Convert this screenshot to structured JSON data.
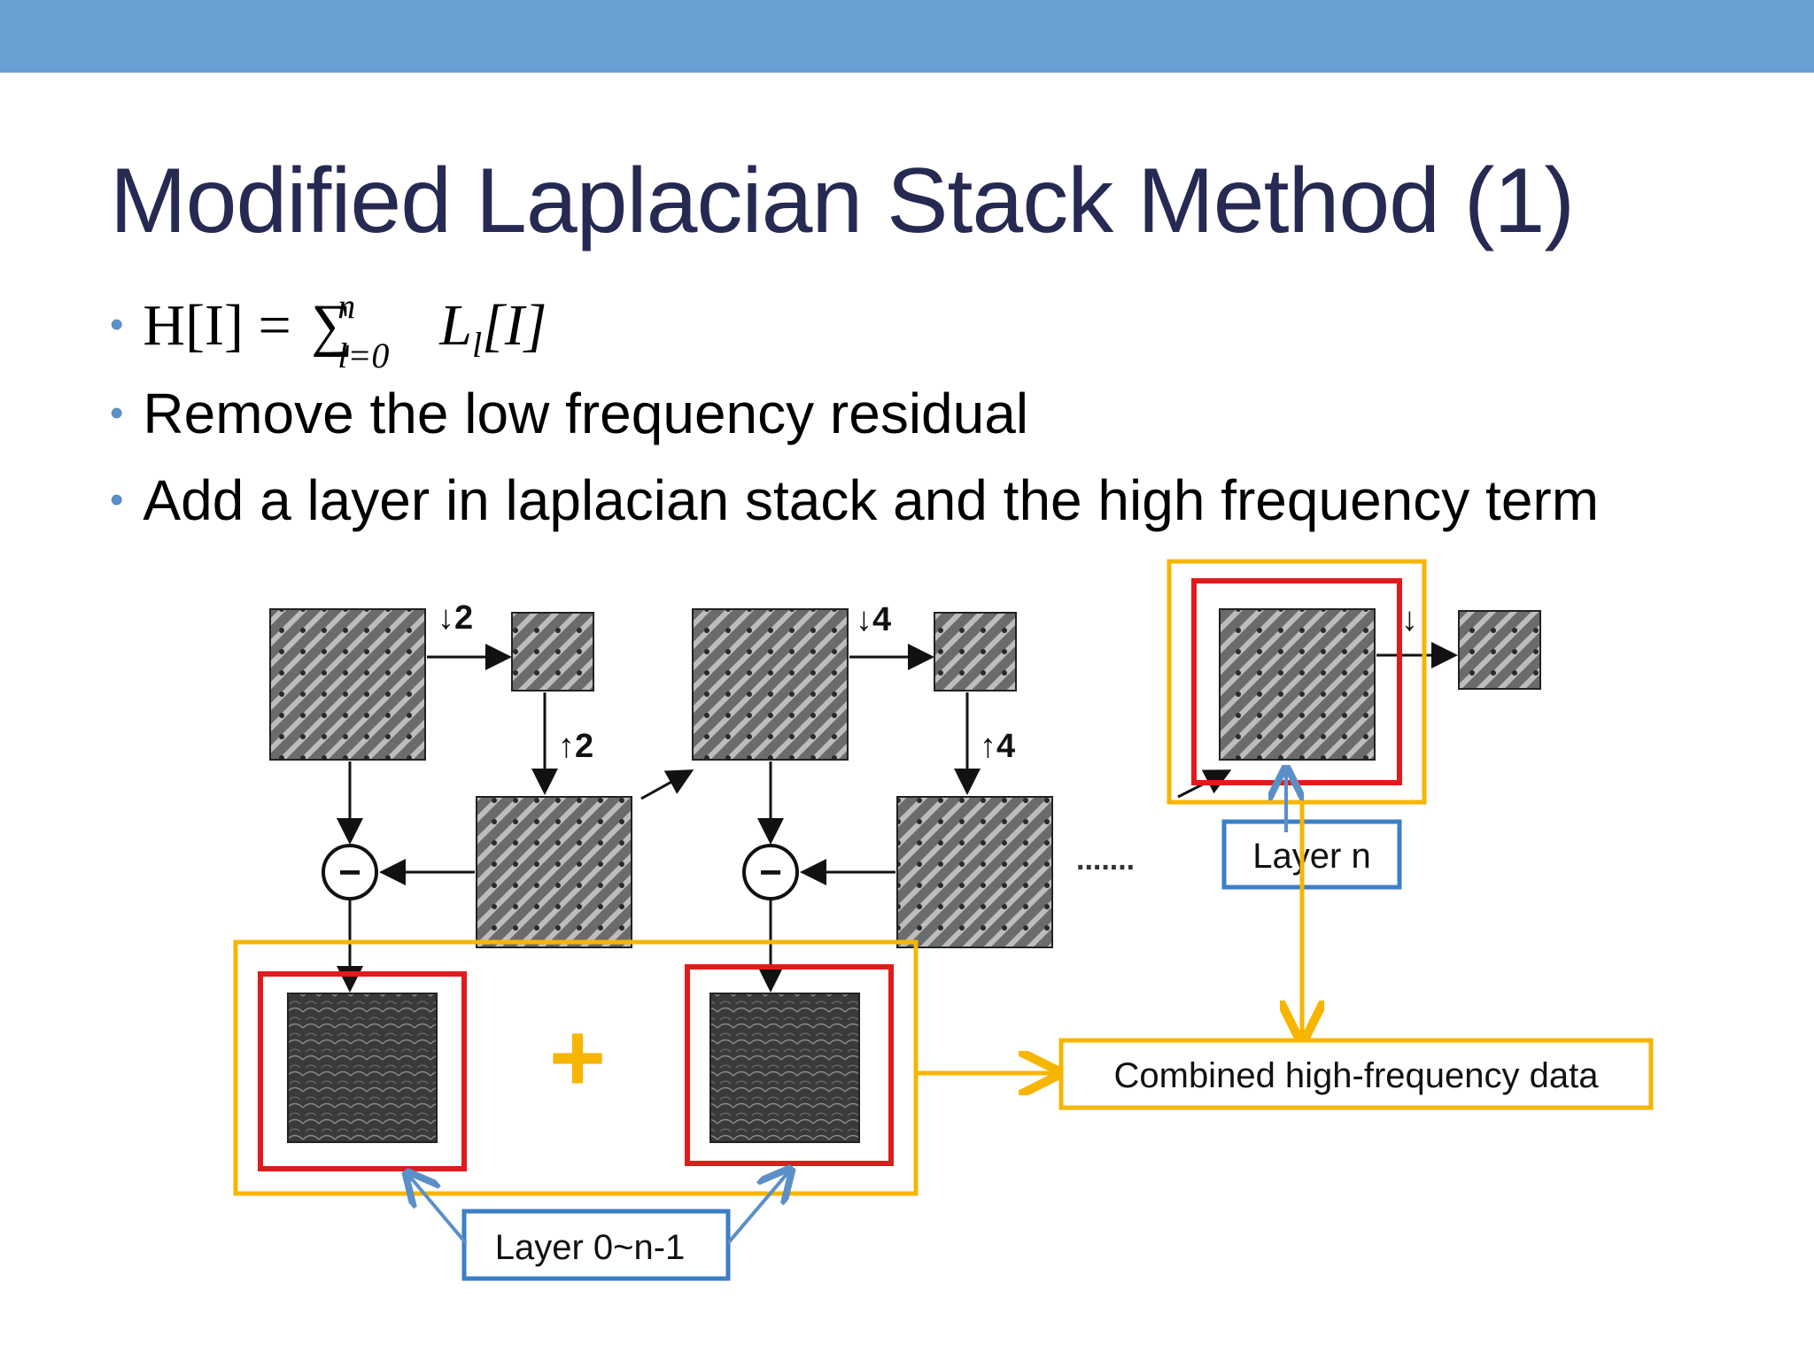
{
  "slide": {
    "title": "Modified Laplacian Stack Method (1)",
    "bullets": [
      "Remove the low frequency residual",
      "Add a layer in laplacian stack and the high frequency term"
    ],
    "formula": {
      "lhs": "H[I] = ",
      "sum": "∑",
      "upper": "n",
      "lower": "l=0",
      "term": "L",
      "term_sub": "l",
      "term_arg": "[I]"
    }
  },
  "diagram": {
    "down_labels": [
      "↓2",
      "↓4",
      "↓"
    ],
    "up_labels": [
      "↑2",
      "↑4"
    ],
    "minus": "−",
    "plus": "+",
    "ellipsis": ".......",
    "layer_n_label": "Layer n",
    "layer_0_label": "Layer 0~n-1",
    "combined_label": "Combined high-frequency data"
  },
  "colors": {
    "topbar": "#6a9fd4",
    "title": "#262a52",
    "bullet_dot": "#5b8fc7",
    "yellow": "#f7b500",
    "red": "#e31a1c",
    "blue": "#3b7fc7"
  }
}
